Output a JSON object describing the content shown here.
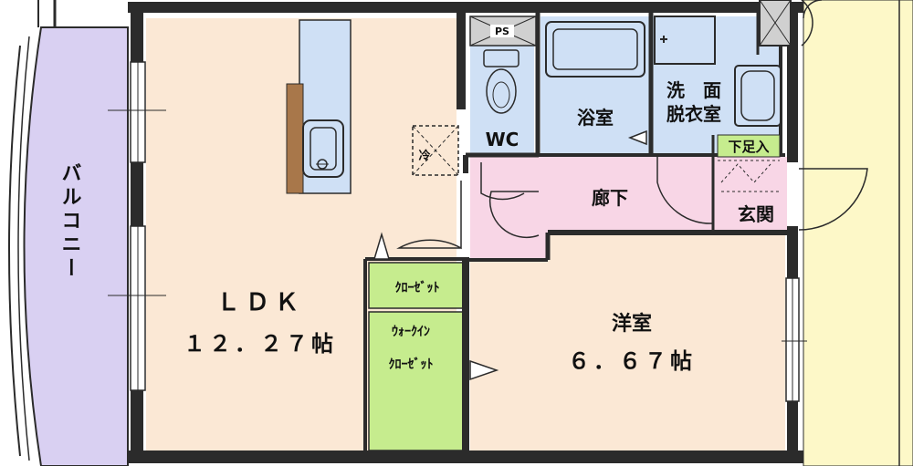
{
  "rooms": {
    "balcony": "バルコニー",
    "ldk_name": "ＬＤＫ",
    "ldk_size": "１２．２７帖",
    "closet": "ｸﾛｰｾﾞｯﾄ",
    "wic_line1": "ｳｫｰｸｲﾝ",
    "wic_line2": "ｸﾛｰｾﾞｯﾄ",
    "wc": "WC",
    "bath": "浴室",
    "washroom_line1": "洗　面",
    "washroom_line2": "脱衣室",
    "corridor": "廊下",
    "shoe_box": "下足入",
    "entrance": "玄関",
    "western_name": "洋室",
    "western_size": "６．６７帖"
  },
  "fixtures": {
    "ps": "PS",
    "fridge": "冷"
  },
  "colors": {
    "wall": "#2b2b2b",
    "ldk": "#fbe8d5",
    "western": "#fbe8d5",
    "wet_area": "#cfe0f5",
    "corridor": "#f8d6e6",
    "closet": "#c6ec8e",
    "balcony": "#d9d0f2",
    "outside": "#fdf8c8",
    "shoe_box_label": "#c6ec8e"
  }
}
